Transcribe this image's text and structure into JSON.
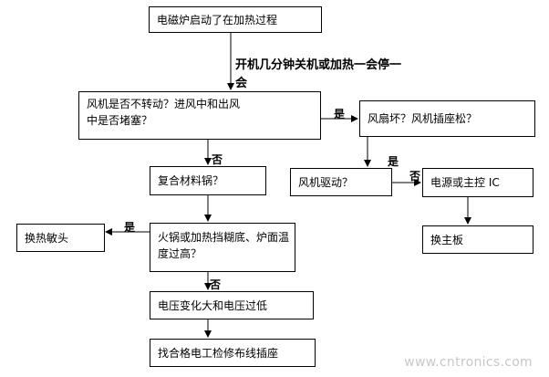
{
  "nodes": {
    "start": "电磁炉启动了在加热过程",
    "fan_check": "风机是否不转动？进风中和出风中是否堵塞？",
    "fan_broken": "风扇坏？风机插座松？",
    "composite_pot": "复合材料锅？",
    "fan_drive": "风机驱动？",
    "power_ic": "电源或主控 IC",
    "replace_sensor": "换热敏头",
    "pot_condition": "火锅或加热挡糊底、炉面温度过高？",
    "replace_board": "换主板",
    "voltage": "电压变化大和电压过低",
    "electrician": "找合格电工检修布线插座"
  },
  "notes": {
    "power_cycle": "开机几分钟关机或加热一会停一会"
  },
  "edge_labels": {
    "yes": "是",
    "no": "否"
  },
  "watermark": "www.cntronics.com"
}
